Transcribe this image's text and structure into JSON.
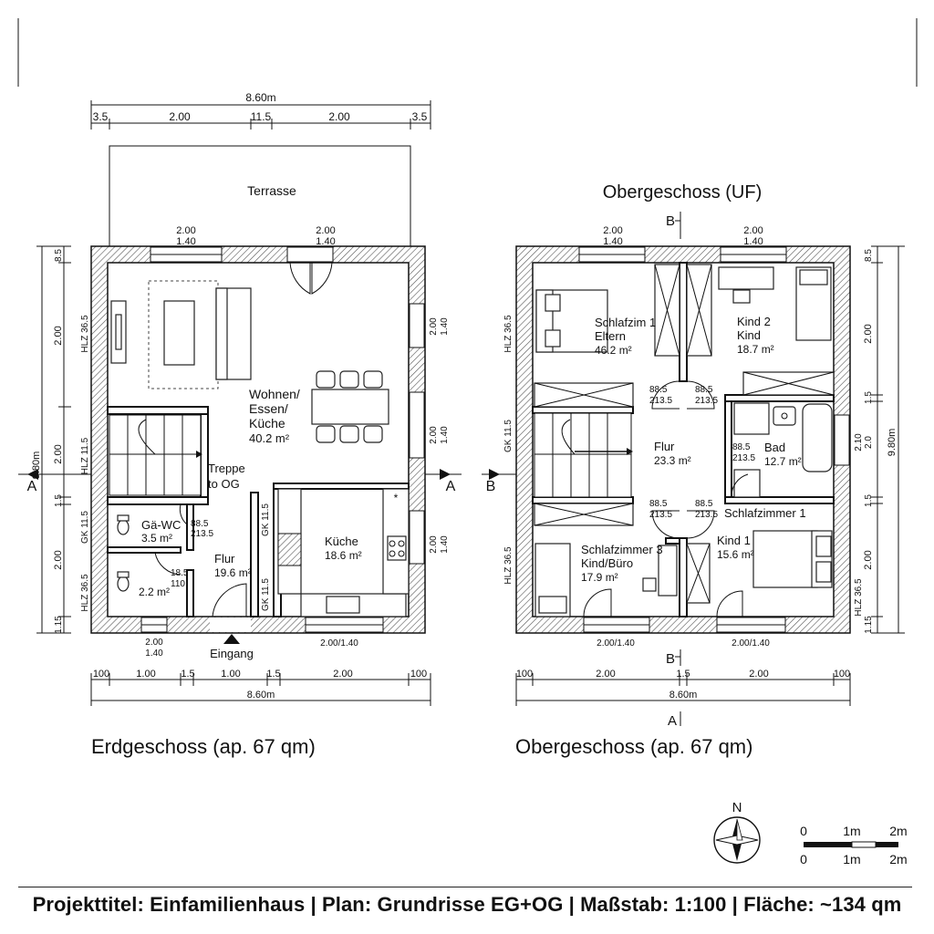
{
  "title_block": "Projekttitel: Einfamilienhaus | Plan: Grundrisse EG+OG | Maßstab: 1:100 | Fläche: ~134 qm",
  "eg": {
    "caption": "Erdgeschoss (ap. 67 qm)",
    "terrace": "Terrasse",
    "top_total": "8.60m",
    "top_segments": [
      "3.5",
      "2.00",
      "11.5",
      "2.00",
      "3.5"
    ],
    "win_top_left": [
      "2.00",
      "1.40"
    ],
    "win_top_right": [
      "2.00",
      "1.40"
    ],
    "left_total": "9.80m",
    "left_segments": [
      "8.5",
      "2.00",
      "2.00",
      "1.5",
      "2.00",
      "1.15"
    ],
    "wall_labels_left": [
      "HLZ 36.5",
      "HLZ 11.5",
      "GK 11.5",
      "HLZ 36.5"
    ],
    "right_windows": [
      [
        "2.00",
        "1.40"
      ],
      [
        "2.00",
        "1.40"
      ],
      [
        "2.00",
        "1.40"
      ]
    ],
    "rooms": {
      "wohnen": [
        "Wohnen/",
        "Essen/",
        "Küche",
        "40.2 m²"
      ],
      "treppe": [
        "Treppe",
        "to OG"
      ],
      "gaewc": [
        "Gä-WC",
        "3.5 m²"
      ],
      "gaewc_dim": [
        "88.5",
        "213.5"
      ],
      "wc2": "2.2 m²",
      "wc2_dim": [
        "18.5",
        "110"
      ],
      "flur": [
        "Flur",
        "19.6 m²"
      ],
      "kueche": [
        "Küche",
        "18.6 m²"
      ]
    },
    "wall_labels_mid": [
      "GK 11.5",
      "GK 11.5"
    ],
    "bottom_window_left": [
      "2.00",
      "1.40"
    ],
    "bottom_window_right": "2.00/1.40",
    "entrance": "Eingang",
    "bottom_segments": [
      "100",
      "1.00",
      "1.5",
      "1.00",
      "1.5",
      "2.00",
      "100"
    ],
    "bottom_total": "8.60m",
    "section_mark": "A"
  },
  "og": {
    "caption": "Obergeschoss (ap. 67 qm)",
    "heading": "Obergeschoss (UF)",
    "section_b": "B",
    "section_a": "A",
    "win_top_left": [
      "2.00",
      "1.40"
    ],
    "win_top_right": [
      "2.00",
      "1.40"
    ],
    "left_segments": [
      "HLZ 36.5",
      "GK 11.5",
      "HLZ 36.5"
    ],
    "right_segments": [
      "8.5",
      "2.00",
      "1.5",
      "2.0",
      "2.10",
      "1.5",
      "2.00",
      "1.15"
    ],
    "right_total": "9.80m",
    "right_wall_labels": [
      "HLZ 36.5"
    ],
    "rooms": {
      "schlaf1": [
        "Schlafzim 1",
        "Eltern",
        "46.2 m²"
      ],
      "kind2": [
        "Kind 2",
        "Kind",
        "18.7 m²"
      ],
      "flur": [
        "Flur",
        "23.3 m²"
      ],
      "bad": [
        "Bad",
        "12.7 m²"
      ],
      "bad_dim": [
        "88.5",
        "213.5"
      ],
      "schlaf3": [
        "Schlafzimmer 3",
        "Kind/Büro",
        "17.9 m²"
      ],
      "kind1": [
        "Schlafzimmer 1",
        "Kind 1",
        "15.6 m²"
      ]
    },
    "door_dims": [
      "88.5",
      "213.5"
    ],
    "bottom_window_left": "2.00/1.40",
    "bottom_window_right": "2.00/1.40",
    "bottom_segments": [
      "100",
      "2.00",
      "1.5",
      "2.00",
      "100"
    ],
    "bottom_total": "8.60m"
  },
  "north": "N",
  "scale_bar": [
    "0",
    "1m",
    "2m"
  ],
  "colors": {
    "line": "#111111",
    "hatch": "#555555",
    "background": "#ffffff"
  }
}
